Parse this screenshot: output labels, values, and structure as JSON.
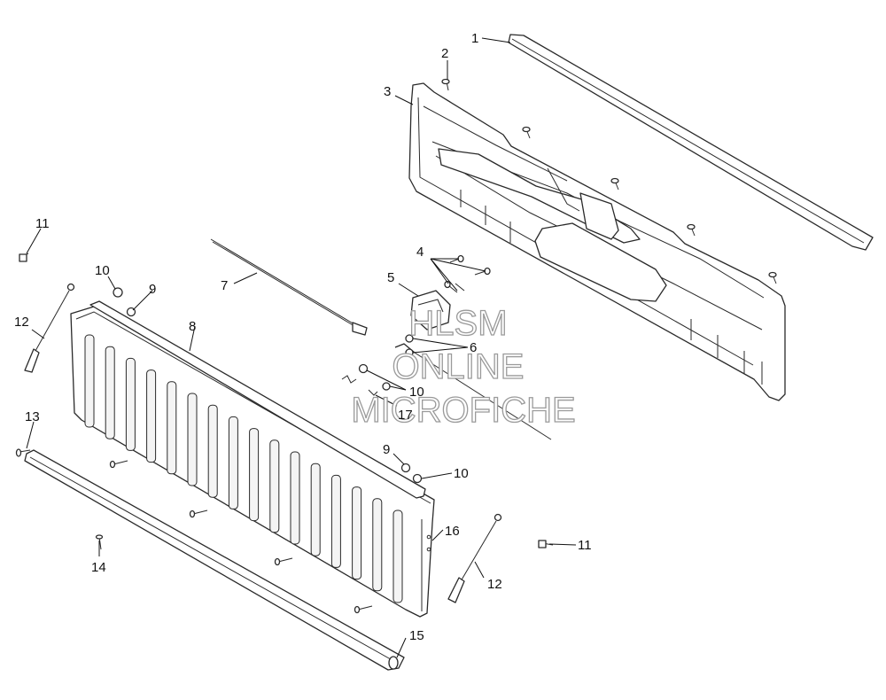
{
  "labels": {
    "l1": "1",
    "l2": "2",
    "l3": "3",
    "l4": "4",
    "l5": "5",
    "l6": "6",
    "l7": "7",
    "l8": "8",
    "l9a": "9",
    "l9b": "9",
    "l10a": "10",
    "l10b": "10",
    "l10c": "10",
    "l11a": "11",
    "l11b": "11",
    "l12a": "12",
    "l12b": "12",
    "l13": "13",
    "l14": "14",
    "l15": "15",
    "l16": "16",
    "l17": "17"
  },
  "watermark": {
    "line1": "HLSM",
    "line2": "ONLINE",
    "line3": "MICROFICHE"
  }
}
